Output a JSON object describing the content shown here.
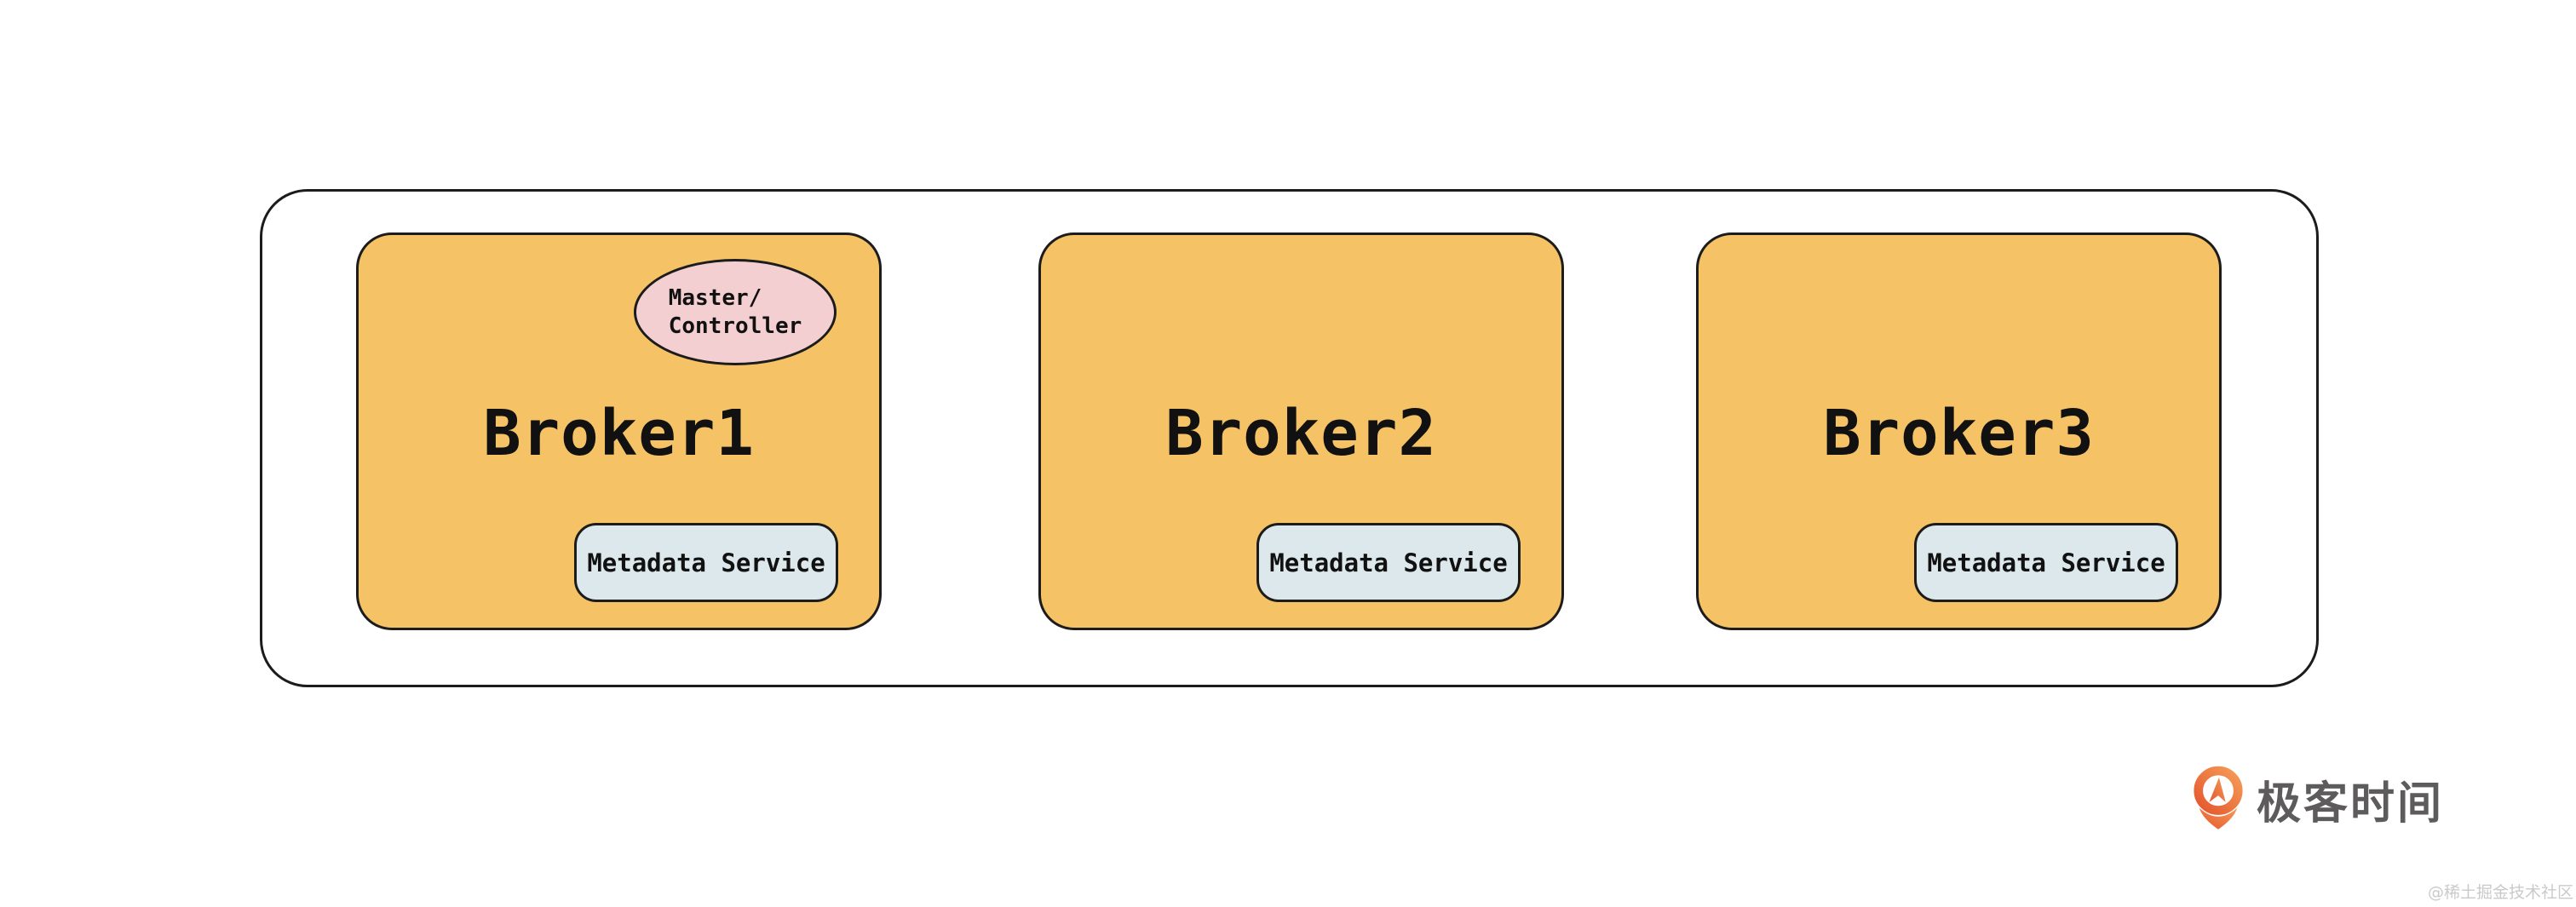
{
  "diagram": {
    "type": "kafka-broker-cluster-architecture",
    "controller": {
      "line1": "Master/",
      "line2": "Controller"
    },
    "brokers": [
      {
        "name": "Broker1",
        "service_label": "Metadata Service",
        "has_master_controller": true
      },
      {
        "name": "Broker2",
        "service_label": "Metadata Service",
        "has_master_controller": false
      },
      {
        "name": "Broker3",
        "service_label": "Metadata Service",
        "has_master_controller": false
      }
    ]
  },
  "branding": {
    "logo_text": "极客时间",
    "logo_icon": "geektime-pin-icon",
    "logo_icon_color": "#ed6a2c",
    "logo_text_color": "#5d5b5b"
  },
  "watermark": {
    "text": "@稀土掘金技术社区",
    "color": "#cacaca"
  },
  "colors": {
    "background": "#ffffff",
    "broker_fill": "#f5c365",
    "controller_fill": "#f3cfd2",
    "metadata_fill": "#dce8eb",
    "outline": "#1c1c1c"
  }
}
